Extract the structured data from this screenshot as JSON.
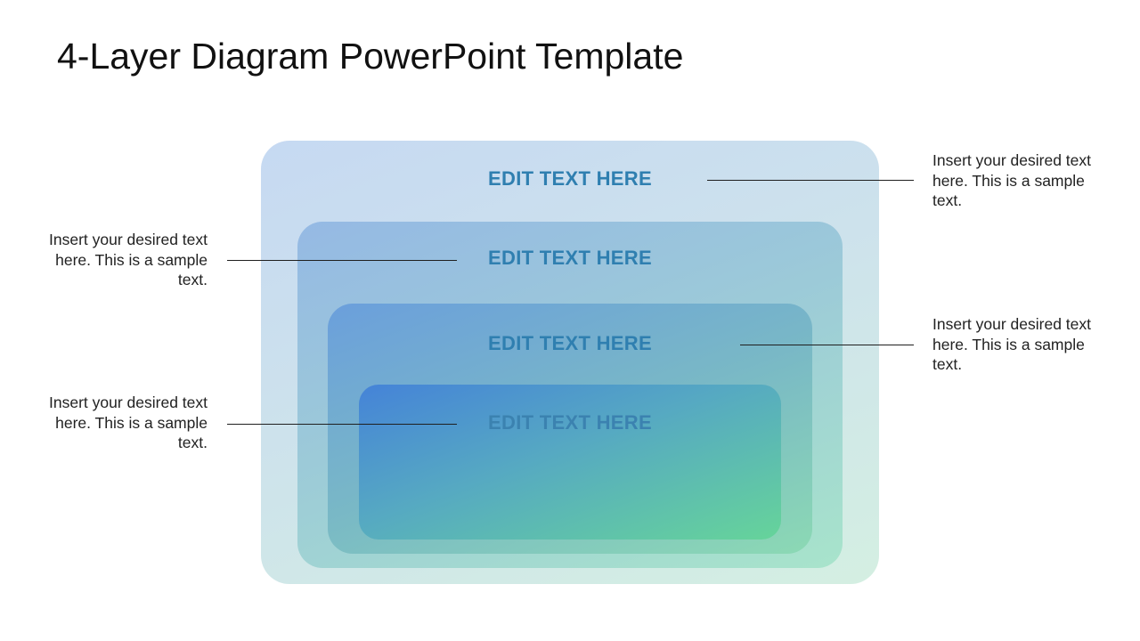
{
  "slide": {
    "title": "4-Layer Diagram PowerPoint Template"
  },
  "layers": [
    {
      "label": "EDIT TEXT HERE",
      "gradient": [
        "#c6d9f2",
        "#d4efe2"
      ]
    },
    {
      "label": "EDIT TEXT HERE",
      "gradient": [
        "#95b9e4",
        "#a8e4cb"
      ]
    },
    {
      "label": "EDIT TEXT HERE",
      "gradient": [
        "#6b9fdc",
        "#8cd9b4"
      ]
    },
    {
      "label": "EDIT TEXT HERE",
      "gradient": [
        "#4583d8",
        "#66d49a"
      ]
    }
  ],
  "notes": [
    {
      "side": "right",
      "layer": 1,
      "text": "Insert your desired text here. This is a sample text."
    },
    {
      "side": "left",
      "layer": 2,
      "text": "Insert your desired text here. This is a sample text."
    },
    {
      "side": "right",
      "layer": 3,
      "text": "Insert your desired text here. This is a sample text."
    },
    {
      "side": "left",
      "layer": 4,
      "text": "Insert your desired text here. This is a sample text."
    }
  ],
  "colors": {
    "label_text": "#2f7fb0",
    "connector": "#1f1f1f",
    "note_text": "#222222"
  }
}
